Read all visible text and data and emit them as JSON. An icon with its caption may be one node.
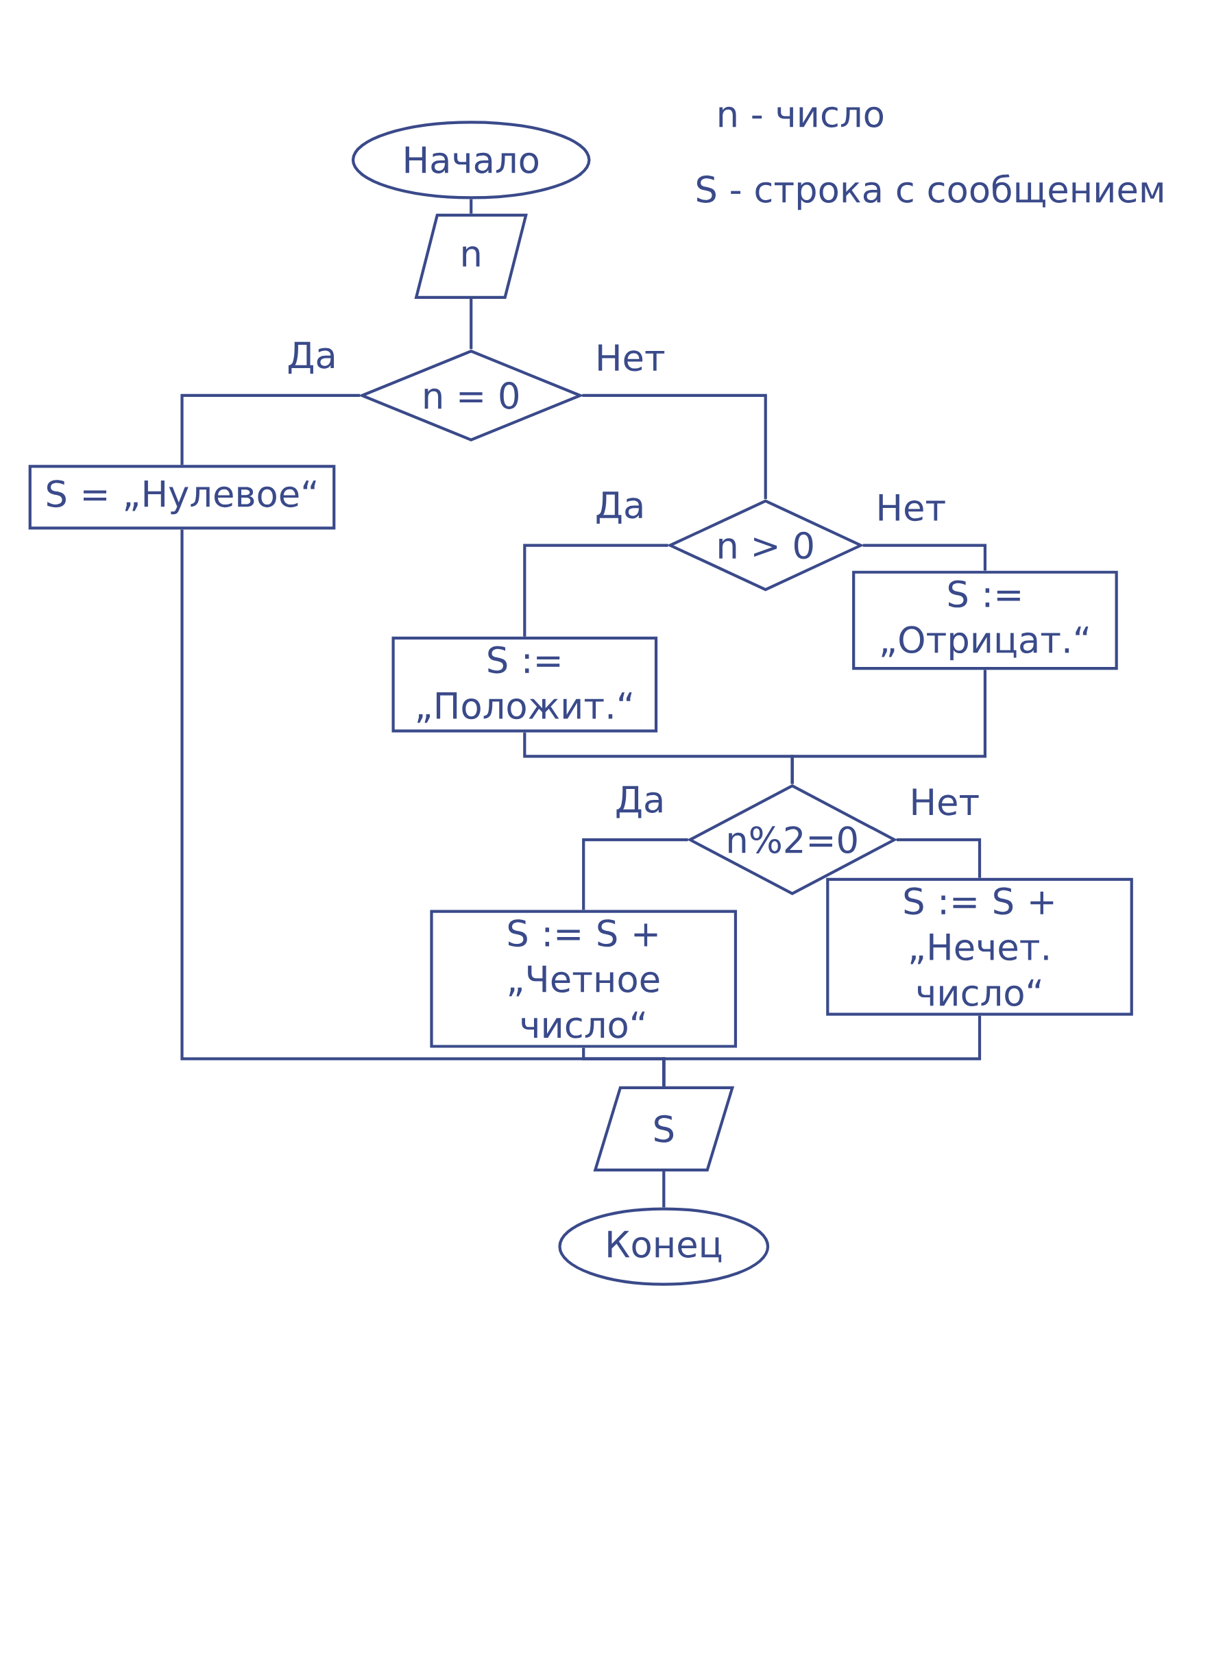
{
  "diagram": {
    "nodes": [
      {
        "text": [
          "Начало"
        ]
      },
      {
        "text": [
          "n"
        ]
      },
      {
        "text": [
          "n = 0"
        ]
      },
      {
        "text": [
          "S = „Нулевое“"
        ]
      },
      {
        "text": [
          "n > 0"
        ]
      },
      {
        "text": [
          "S := „Положит.“"
        ]
      },
      {
        "text": [
          "S := „Отрицат.“"
        ]
      },
      {
        "text": [
          "n%2=0"
        ]
      },
      {
        "text": [
          "S := S + „Четное число“"
        ]
      },
      {
        "text": [
          "S := S + „Нечет. число“"
        ]
      },
      {
        "text": [
          "S"
        ]
      },
      {
        "text": [
          "Конец"
        ]
      }
    ],
    "edges": [
      {
        "from": 0,
        "to": 1,
        "arrow": "none"
      },
      {
        "from": 1,
        "to": 2,
        "arrow": "none"
      },
      {
        "from": 2,
        "to": 3,
        "arrow": "none",
        "label": "Да"
      },
      {
        "from": 2,
        "to": 4,
        "arrow": "none",
        "label": "Нет"
      },
      {
        "from": 4,
        "to": 5,
        "arrow": "none",
        "label": "Да"
      },
      {
        "from": 4,
        "to": 6,
        "arrow": "none",
        "label": "Нет"
      },
      {
        "from": 5,
        "to": 7,
        "arrow": "none"
      },
      {
        "from": 6,
        "to": 7,
        "arrow": "none"
      },
      {
        "from": 7,
        "to": 8,
        "arrow": "none",
        "label": "Да"
      },
      {
        "from": 7,
        "to": 9,
        "arrow": "none",
        "label": "Нет"
      },
      {
        "from": 3,
        "to": 10,
        "arrow": "none"
      },
      {
        "from": 8,
        "to": 10,
        "arrow": "none"
      },
      {
        "from": 9,
        "to": 10,
        "arrow": "none"
      },
      {
        "from": 10,
        "to": 11,
        "arrow": "none"
      }
    ],
    "labels": [
      "n - число",
      "S - строка с сообщением"
    ]
  }
}
